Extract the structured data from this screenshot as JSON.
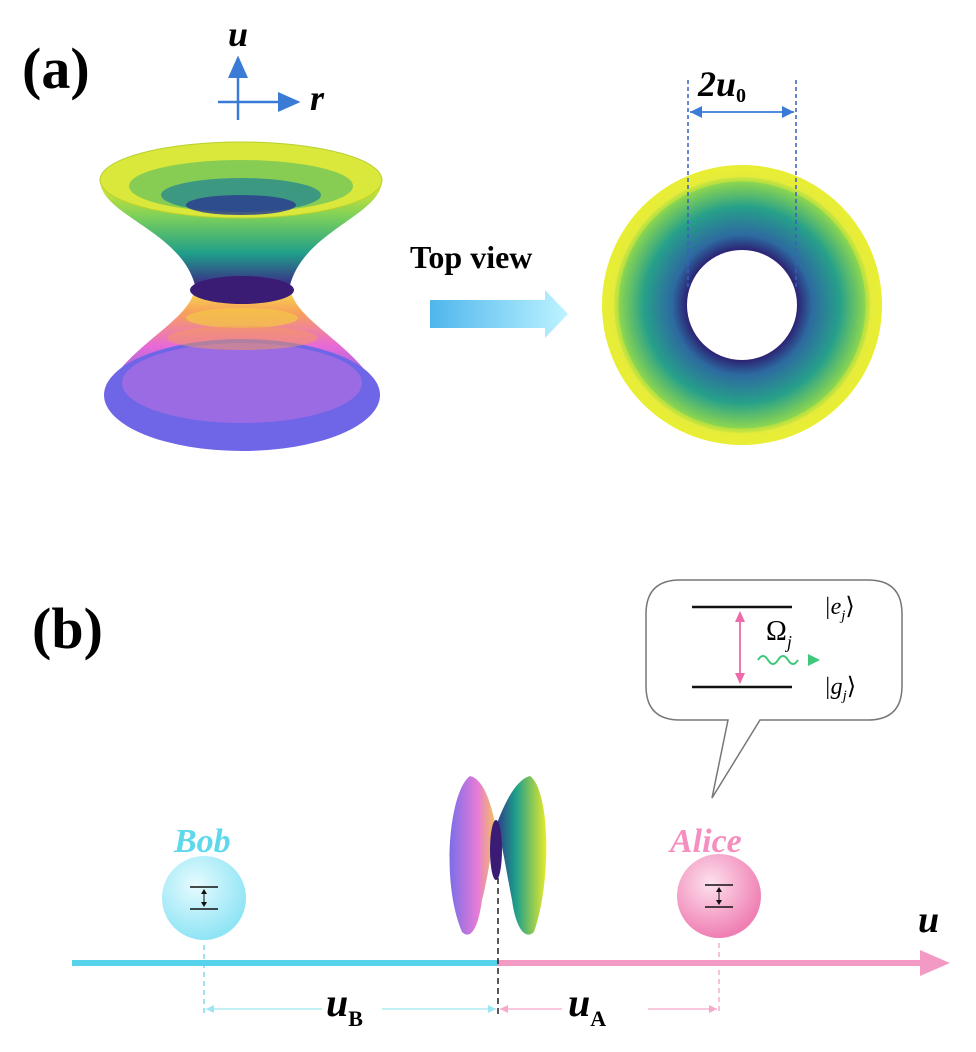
{
  "panel_a": {
    "label": "(a)",
    "axis_u": "u",
    "axis_r": "r",
    "arrow_label": "Top view",
    "width_main": "2u",
    "width_sub": "0"
  },
  "panel_b": {
    "label": "(b)",
    "bob": "Bob",
    "alice": "Alice",
    "axis_u": "u",
    "uB_main": "u",
    "uB_sub": "B",
    "uA_main": "u",
    "uA_sub": "A",
    "state_e": "|e",
    "state_e_sub": "j",
    "state_e_close": "⟩",
    "state_g": "|g",
    "state_g_sub": "j",
    "state_g_close": "⟩",
    "omega": "Ω",
    "omega_sub": "j"
  },
  "colors": {
    "bob": "#5fd8ec",
    "alice": "#f58fbf",
    "axis_blue": "#3a7bd5",
    "arrow_cyan": "#7ad6f5"
  }
}
